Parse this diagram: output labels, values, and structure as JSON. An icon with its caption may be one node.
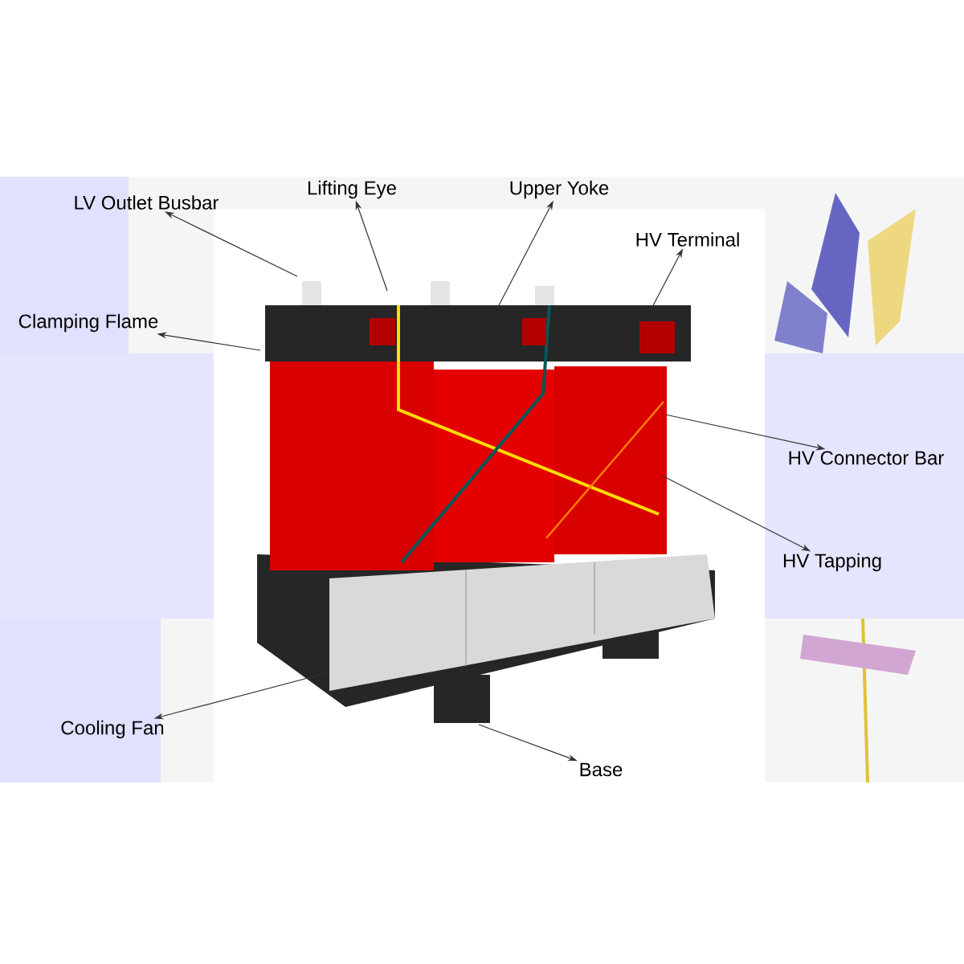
{
  "diagram": {
    "nodes": [
      {
        "text": [
          "LV Outlet Busbar"
        ]
      },
      {
        "text": [
          "Lifting Eye"
        ]
      },
      {
        "text": [
          "Upper Yoke"
        ]
      },
      {
        "text": [
          "HV Terminal"
        ]
      },
      {
        "text": [
          "Clamping Flame"
        ]
      },
      {
        "text": [
          "HV Connector Bar"
        ]
      },
      {
        "text": [
          "HV Tapping"
        ]
      },
      {
        "text": [
          "Cooling Fan"
        ]
      },
      {
        "text": [
          "Base"
        ]
      }
    ],
    "edges": [
      {
        "from": null,
        "to": 0,
        "arrow": "to"
      },
      {
        "from": null,
        "to": 1,
        "arrow": "to"
      },
      {
        "from": null,
        "to": 2,
        "arrow": "to"
      },
      {
        "from": null,
        "to": 3,
        "arrow": "to"
      },
      {
        "from": null,
        "to": 4,
        "arrow": "to"
      },
      {
        "from": null,
        "to": 5,
        "arrow": "to"
      },
      {
        "from": null,
        "to": 6,
        "arrow": "to"
      },
      {
        "from": null,
        "to": 7,
        "arrow": "to"
      },
      {
        "from": null,
        "to": 8,
        "arrow": "to"
      }
    ]
  }
}
